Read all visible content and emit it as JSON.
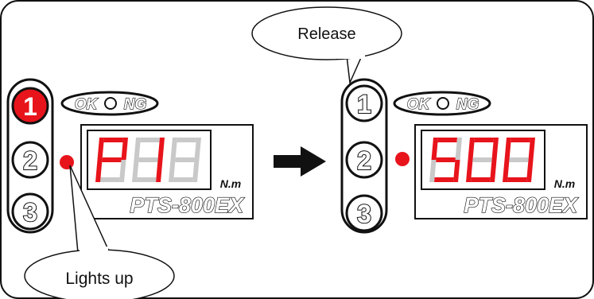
{
  "callouts": {
    "release": "Release",
    "lights_up": "Lights up"
  },
  "panels": [
    {
      "buttons": [
        "1",
        "2",
        "3"
      ],
      "active_button": 1,
      "ok_label": "OK",
      "ng_label": "NG",
      "display_digits": [
        "P",
        "1",
        "8"
      ],
      "lit_digits": [
        true,
        true,
        false
      ],
      "unit": "N.m",
      "model": "PTS-800EX",
      "lamp_on": true
    },
    {
      "buttons": [
        "1",
        "2",
        "3"
      ],
      "active_button": null,
      "ok_label": "OK",
      "ng_label": "NG",
      "display_digits": [
        "5",
        "0",
        "0"
      ],
      "lit_digits": [
        true,
        true,
        true
      ],
      "unit": "N.m",
      "model": "PTS-800EX",
      "lamp_on": true
    }
  ],
  "colors": {
    "segment_on": "#e8141c",
    "segment_off": "#c9c9c9",
    "active_button": "#e8141c",
    "lamp": "#e8141c"
  },
  "arrow": "right-arrow"
}
